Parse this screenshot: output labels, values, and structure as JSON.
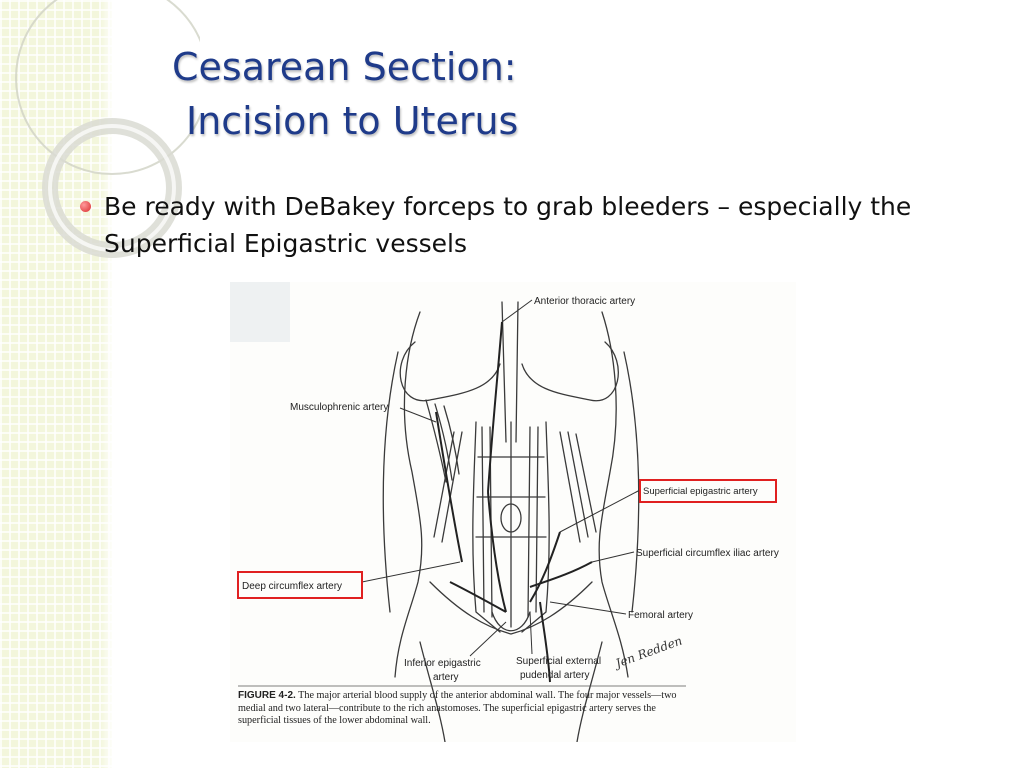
{
  "slide": {
    "title_line1": "Cesarean Section:",
    "title_line2": "Incision to Uterus",
    "bullets": [
      "Be ready with DeBakey forceps to grab bleeders – especially the Superficial Epigastric vessels"
    ]
  },
  "figure": {
    "labels": {
      "anterior_thoracic": "Anterior thoracic artery",
      "musculophrenic": "Musculophrenic artery",
      "superficial_epigastric": "Superficial epigastric artery",
      "superficial_circumflex_iliac": "Superficial circumflex iliac artery",
      "deep_circumflex": "Deep circumflex artery",
      "femoral": "Femoral artery",
      "inferior_epigastric_1": "Inferior epigastric",
      "inferior_epigastric_2": "artery",
      "superficial_external_1": "Superficial external",
      "superficial_external_2": "pudendal artery"
    },
    "caption_label": "FIGURE 4-2.",
    "caption_text": "The major arterial blood supply of the anterior abdominal wall. The four major vessels—two medial and two lateral—contribute to the rich anastomoses. The superficial epigastric artery serves the superficial tissues of the lower abdominal wall.",
    "signature": "Jen Redden",
    "highlight_color": "#e02020"
  },
  "theme": {
    "title_color": "#1f3b8a",
    "bullet_color": "#d92d2d",
    "band_color": "#f3f6dc"
  }
}
